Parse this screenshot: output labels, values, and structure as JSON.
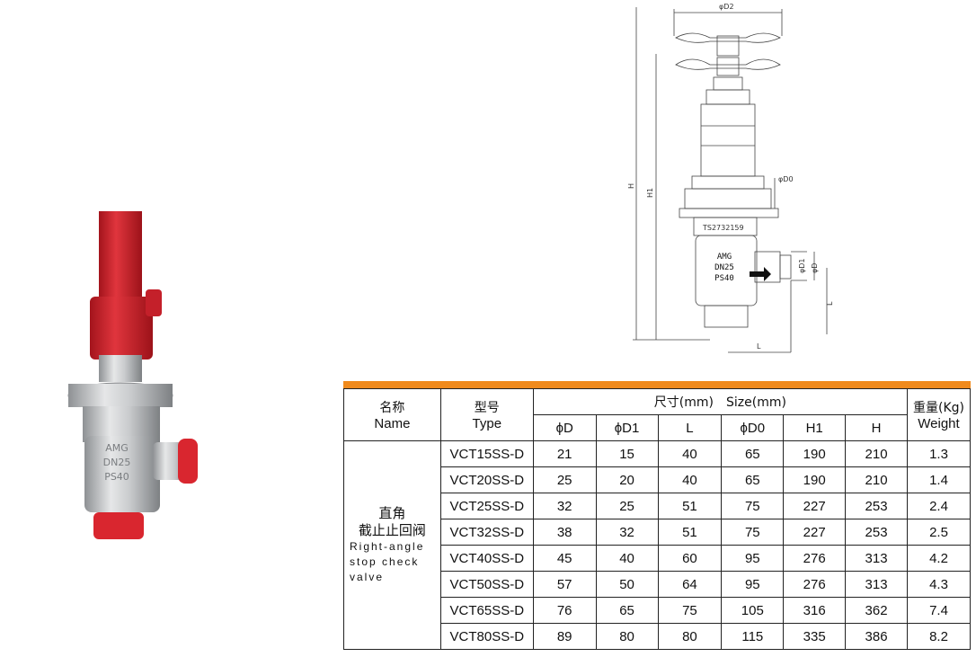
{
  "drawing": {
    "labels": {
      "d2": "φD2",
      "d0": "φD0",
      "d1": "φD1",
      "d": "φD",
      "h": "H",
      "h1": "H1",
      "l_side": "L",
      "l_bottom": "L"
    },
    "body_mark": "TS2732159",
    "body_text": [
      "AMG",
      "DN25",
      "PS40"
    ]
  },
  "photo": {
    "body_text": [
      "AMG",
      "DN25",
      "PS40"
    ]
  },
  "table": {
    "header": {
      "name_zh": "名称",
      "name_en": "Name",
      "type_zh": "型号",
      "type_en": "Type",
      "size_label": "尺寸(mm)　Size(mm)",
      "weight_zh": "重量(Kg)",
      "weight_en": "Weight",
      "cols": [
        "ϕD",
        "ϕD1",
        "L",
        "ϕD0",
        "H1",
        "H"
      ]
    },
    "product": {
      "zh_1": "直角",
      "zh_2": "截止止回阀",
      "en_1": "Right-angle",
      "en_2": "stop check",
      "en_3": "valve"
    },
    "rows": [
      {
        "type": "VCT15SS-D",
        "d": "21",
        "d1": "15",
        "l": "40",
        "d0": "65",
        "h1": "190",
        "h": "210",
        "w": "1.3"
      },
      {
        "type": "VCT20SS-D",
        "d": "25",
        "d1": "20",
        "l": "40",
        "d0": "65",
        "h1": "190",
        "h": "210",
        "w": "1.4"
      },
      {
        "type": "VCT25SS-D",
        "d": "32",
        "d1": "25",
        "l": "51",
        "d0": "75",
        "h1": "227",
        "h": "253",
        "w": "2.4"
      },
      {
        "type": "VCT32SS-D",
        "d": "38",
        "d1": "32",
        "l": "51",
        "d0": "75",
        "h1": "227",
        "h": "253",
        "w": "2.5"
      },
      {
        "type": "VCT40SS-D",
        "d": "45",
        "d1": "40",
        "l": "60",
        "d0": "95",
        "h1": "276",
        "h": "313",
        "w": "4.2"
      },
      {
        "type": "VCT50SS-D",
        "d": "57",
        "d1": "50",
        "l": "64",
        "d0": "95",
        "h1": "276",
        "h": "313",
        "w": "4.3"
      },
      {
        "type": "VCT65SS-D",
        "d": "76",
        "d1": "65",
        "l": "75",
        "d0": "105",
        "h1": "316",
        "h": "362",
        "w": "7.4"
      },
      {
        "type": "VCT80SS-D",
        "d": "89",
        "d1": "80",
        "l": "80",
        "d0": "115",
        "h1": "335",
        "h": "386",
        "w": "8.2"
      }
    ]
  },
  "colors": {
    "accent": "#f08a1c",
    "cap_red": "#d9262f"
  }
}
